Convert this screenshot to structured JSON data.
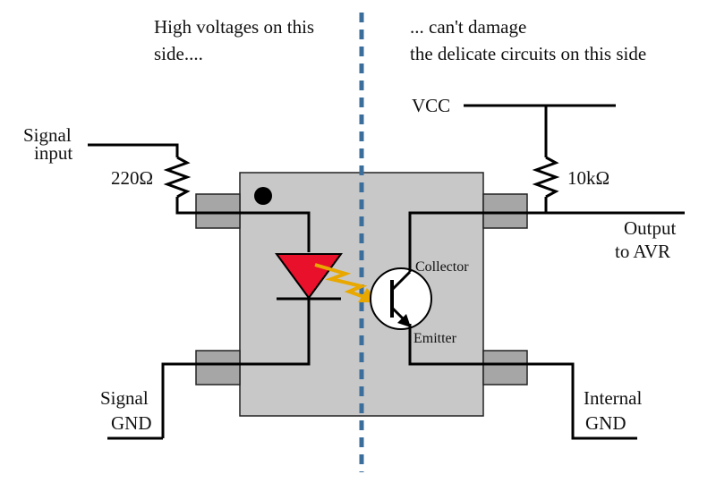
{
  "notes": {
    "left_line1": "High voltages on this",
    "left_line2": "side....",
    "right_line1": "... can't damage",
    "right_line2": "the delicate circuits on this side"
  },
  "labels": {
    "signal_input_line1": "Signal",
    "signal_input_line2": "input",
    "resistor_input": "220Ω",
    "vcc": "VCC",
    "resistor_pullup": "10kΩ",
    "output_line1": "Output",
    "output_line2": "to AVR",
    "collector": "Collector",
    "emitter": "Emitter",
    "signal_gnd_line1": "Signal",
    "signal_gnd_line2": "GND",
    "internal_gnd_line1": "Internal",
    "internal_gnd_line2": "GND"
  },
  "colors": {
    "package_fill": "#c8c8c8",
    "pin_fill": "#a6a6a6",
    "led_fill": "#e8102a",
    "light_arrow": "#e8a800",
    "divider": "#3b6e9a",
    "wire": "#000000"
  }
}
